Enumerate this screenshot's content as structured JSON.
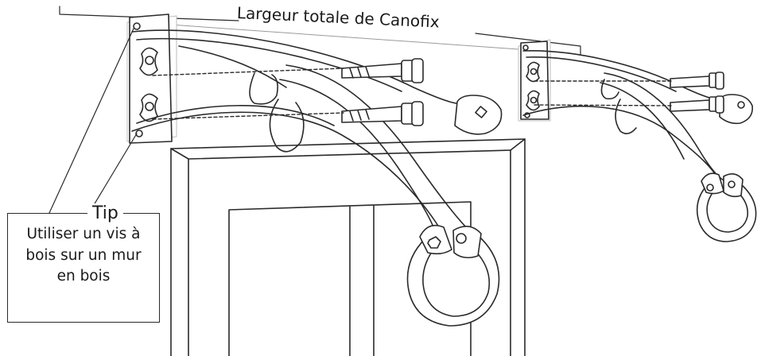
{
  "dimension": {
    "label": "Largeur totale de Canofix"
  },
  "tip": {
    "title": "Tip",
    "lines": [
      "Utiliser un vis à",
      "bois sur un mur",
      "en bois"
    ]
  },
  "colors": {
    "line": "#2a2a2a",
    "fill": "#ffffff",
    "guide": "#9a9a9a"
  }
}
